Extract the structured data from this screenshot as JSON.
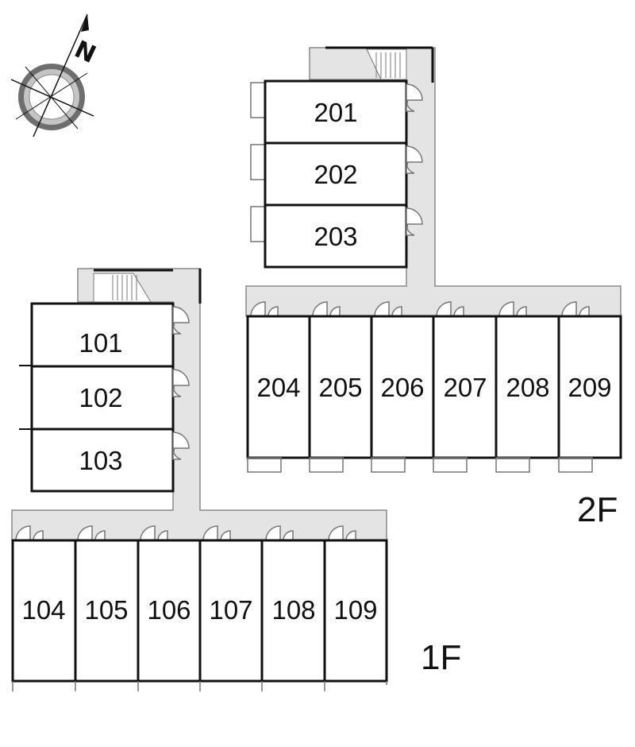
{
  "compass": {
    "north_label": "N"
  },
  "floors": {
    "first": {
      "label": "1F",
      "upper_units": [
        "101",
        "102",
        "103"
      ],
      "lower_units": [
        "104",
        "105",
        "106",
        "107",
        "108",
        "109"
      ]
    },
    "second": {
      "label": "2F",
      "upper_units": [
        "201",
        "202",
        "203"
      ],
      "lower_units": [
        "204",
        "205",
        "206",
        "207",
        "208",
        "209"
      ]
    }
  },
  "colors": {
    "wall": "#111111",
    "corridor": "#e4e4e4",
    "compass_ring_dark": "#6e6e6e",
    "compass_ring_light": "#c4c4c4"
  }
}
